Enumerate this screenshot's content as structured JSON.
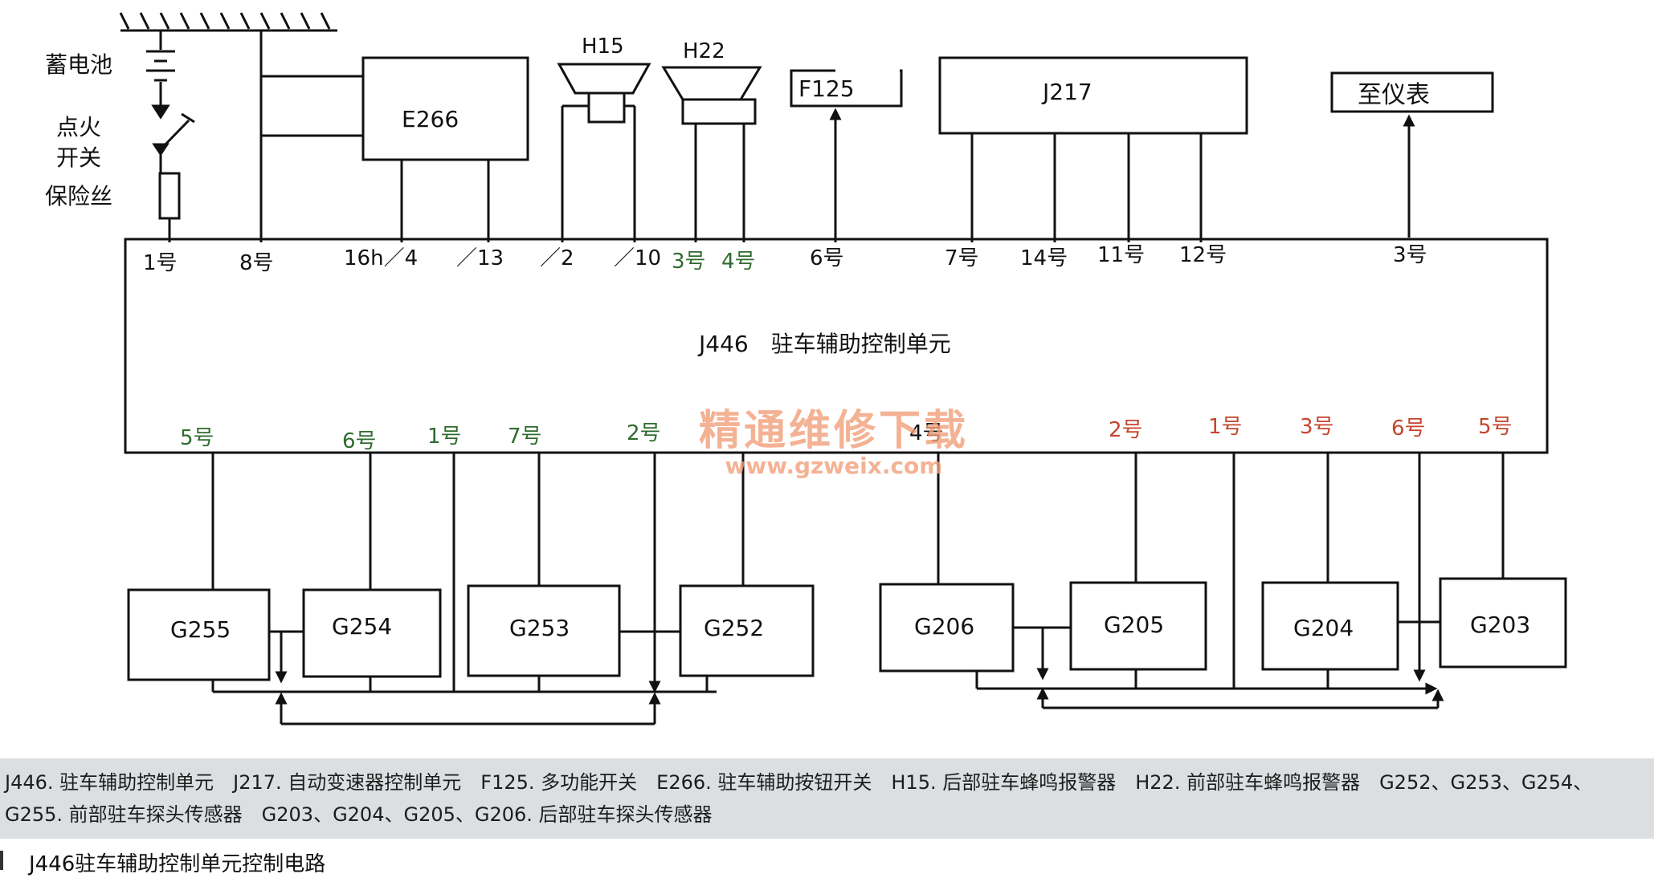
{
  "labels": {
    "battery": "蓄电池",
    "ignition_1": "点火",
    "ignition_2": "开关",
    "fuse": "保险丝",
    "h15": "H15",
    "h22": "H22",
    "e266": "E266",
    "f125": "F125",
    "j217": "J217",
    "to_meter": "至仪表",
    "control_unit": "J446　驻车辅助控制单元"
  },
  "top_pins": {
    "p1": "1号",
    "p8": "8号",
    "p16h": "16h／4",
    "p13": "／13",
    "p2": "／2",
    "p10": "／10",
    "p3": "3号",
    "p4": "4号",
    "p6": "6号",
    "p7": "7号",
    "p14": "14号",
    "p11": "11号",
    "p12": "12号",
    "p3b": "3号"
  },
  "bottom_pins": {
    "f5": "5号",
    "f6": "6号",
    "f1": "1号",
    "f7": "7号",
    "f2": "2号",
    "f4": "4号",
    "r2": "2号",
    "r1": "1号",
    "r3": "3号",
    "r6": "6号",
    "r5": "5号"
  },
  "sensors": {
    "g255": "G255",
    "g254": "G254",
    "g253": "G253",
    "g252": "G252",
    "g206": "G206",
    "g205": "G205",
    "g204": "G204",
    "g203": "G203"
  },
  "watermark": {
    "line1": "精通维修下载",
    "line2": "www.gzweix.com"
  },
  "legend": "J446. 驻车辅助控制单元　J217. 自动变速器控制单元　F125. 多功能开关　E266. 驻车辅助按钮开关　H15. 后部驻车蜂鸣报警器　H22. 前部驻车蜂鸣报警器　G252、G253、G254、G255. 前部驻车探头传感器　G203、G204、G205、G206. 后部驻车探头传感器",
  "caption": "J446驻车辅助控制单元控制电路",
  "colors": {
    "line": "#111111",
    "green_label": "#2f6b2f",
    "red_label": "#c5452e",
    "legend_bg": "#dcdfe1"
  }
}
